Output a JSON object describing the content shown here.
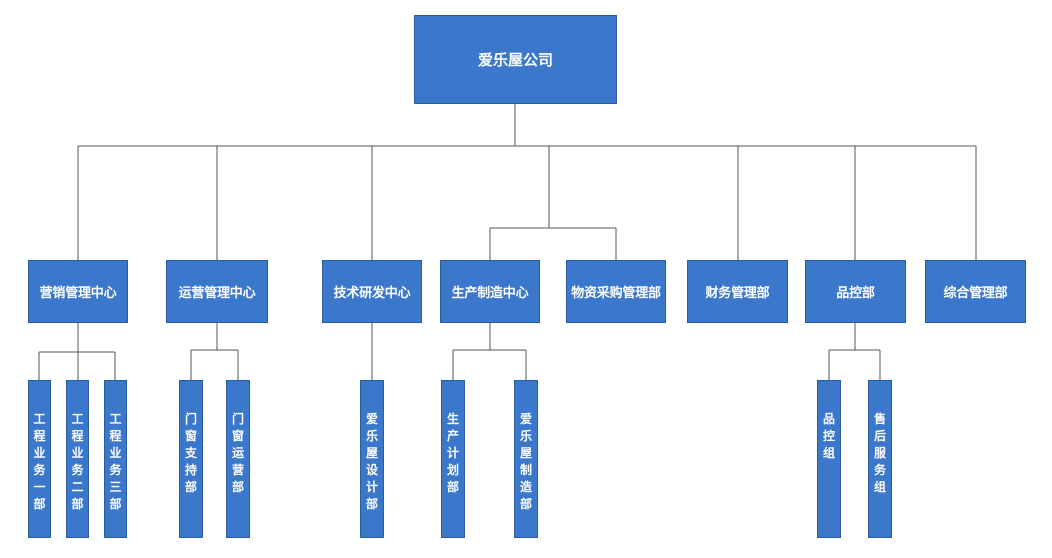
{
  "org_chart": {
    "root": "爱乐屋公司",
    "departments": [
      {
        "name": "营销管理中心",
        "subunits": [
          "工程业务一部",
          "工程业务二部",
          "工程业务三部"
        ]
      },
      {
        "name": "运营管理中心",
        "subunits": [
          "门窗支持部",
          "门窗运营部"
        ]
      },
      {
        "name": "技术研发中心",
        "subunits": [
          "爱乐屋设计部"
        ]
      },
      {
        "name": "生产制造中心",
        "subunits": [
          "生产计划部",
          "爱乐屋制造部"
        ]
      },
      {
        "name": "物资采购管理部",
        "subunits": []
      },
      {
        "name": "财务管理部",
        "subunits": []
      },
      {
        "name": "品控部",
        "subunits": [
          "品控组",
          "售后服务组"
        ]
      },
      {
        "name": "综合管理部",
        "subunits": []
      }
    ],
    "linked_pair": [
      "生产制造中心",
      "物资采购管理部"
    ]
  },
  "colors": {
    "node_fill": "#3b78cc",
    "node_border": "#2b5c9e",
    "text": "#ffffff",
    "connector": "#555555"
  }
}
